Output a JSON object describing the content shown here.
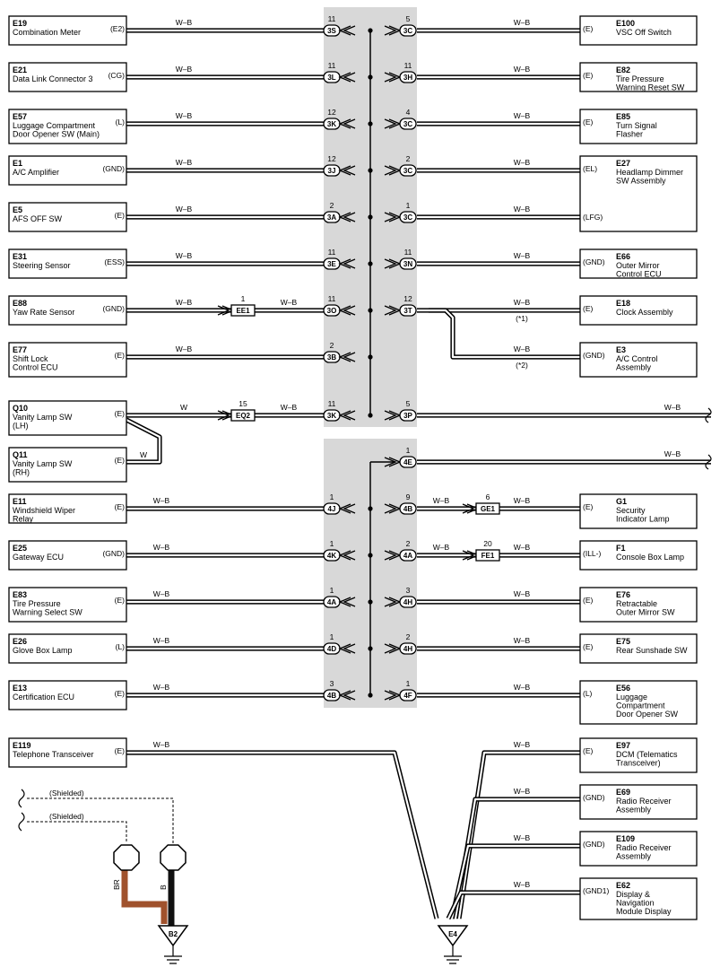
{
  "colors": {
    "block": "#d8d8d8",
    "br_wire": "#a0522d",
    "b_wire": "#111111"
  },
  "left_components": [
    {
      "id": "E19",
      "lines": [
        "Combination Meter"
      ],
      "pin": "(E2)"
    },
    {
      "id": "E21",
      "lines": [
        "Data Link Connector 3"
      ],
      "pin": "(CG)"
    },
    {
      "id": "E57",
      "lines": [
        "Luggage Compartment",
        "Door Opener SW (Main)"
      ],
      "pin": "(L)"
    },
    {
      "id": "E1",
      "lines": [
        "A/C Amplifier"
      ],
      "pin": "(GND)"
    },
    {
      "id": "E5",
      "lines": [
        "AFS OFF SW"
      ],
      "pin": "(E)"
    },
    {
      "id": "E31",
      "lines": [
        "Steering Sensor"
      ],
      "pin": "(ESS)"
    },
    {
      "id": "E88",
      "lines": [
        "Yaw Rate Sensor"
      ],
      "pin": "(GND)"
    },
    {
      "id": "E77",
      "lines": [
        "Shift Lock",
        "Control ECU"
      ],
      "pin": "(E)"
    },
    {
      "id": "Q10",
      "lines": [
        "Vanity Lamp SW",
        "(LH)"
      ],
      "pin": "(E)"
    },
    {
      "id": "Q11",
      "lines": [
        "Vanity Lamp SW",
        "(RH)"
      ],
      "pin": "(E)"
    },
    {
      "id": "E11",
      "lines": [
        "Windshield Wiper",
        "Relay"
      ],
      "pin": "(E)"
    },
    {
      "id": "E25",
      "lines": [
        "Gateway ECU"
      ],
      "pin": "(GND)"
    },
    {
      "id": "E83",
      "lines": [
        "Tire Pressure",
        "Warning Select SW"
      ],
      "pin": "(E)"
    },
    {
      "id": "E26",
      "lines": [
        "Glove Box Lamp"
      ],
      "pin": "(L)"
    },
    {
      "id": "E13",
      "lines": [
        "Certification ECU"
      ],
      "pin": "(E)"
    },
    {
      "id": "E119",
      "lines": [
        "Telephone Transceiver"
      ],
      "pin": "(E)"
    }
  ],
  "right_components": [
    {
      "id": "E100",
      "lines": [
        "VSC Off Switch"
      ],
      "pin": "(E)"
    },
    {
      "id": "E82",
      "lines": [
        "Tire Pressure",
        "Warning Reset SW"
      ],
      "pin": "(E)"
    },
    {
      "id": "E85",
      "lines": [
        "Turn Signal",
        "Flasher"
      ],
      "pin": "(E)"
    },
    {
      "id": "E27",
      "lines": [
        "Headlamp Dimmer",
        "SW Assembly"
      ],
      "pin": "(EL)",
      "pin2": "(LFG)"
    },
    {
      "id": "E66",
      "lines": [
        "Outer Mirror",
        "Control ECU"
      ],
      "pin": "(GND)"
    },
    {
      "id": "E18",
      "lines": [
        "Clock Assembly"
      ],
      "pin": "(E)"
    },
    {
      "id": "E3",
      "lines": [
        "A/C Control",
        "Assembly"
      ],
      "pin": "(GND)"
    },
    {
      "id": "G1",
      "lines": [
        "Security",
        "Indicator Lamp"
      ],
      "pin": "(E)"
    },
    {
      "id": "F1",
      "lines": [
        "Console Box Lamp"
      ],
      "pin": "(ILL-)"
    },
    {
      "id": "E76",
      "lines": [
        "Retractable",
        "Outer Mirror SW"
      ],
      "pin": "(E)"
    },
    {
      "id": "E75",
      "lines": [
        "Rear Sunshade SW"
      ],
      "pin": "(E)"
    },
    {
      "id": "E56",
      "lines": [
        "Luggage",
        "Compartment",
        "Door Opener SW"
      ],
      "pin": "(L)"
    },
    {
      "id": "E97",
      "lines": [
        "DCM (Telematics",
        "Transceiver)"
      ],
      "pin": "(E)"
    },
    {
      "id": "E69",
      "lines": [
        "Radio Receiver",
        "Assembly"
      ],
      "pin": "(GND)"
    },
    {
      "id": "E109",
      "lines": [
        "Radio Receiver",
        "Assembly"
      ],
      "pin": "(GND)"
    },
    {
      "id": "E62",
      "lines": [
        "Display &",
        "Navigation",
        "Module Display"
      ],
      "pin": "(GND1)"
    }
  ],
  "wire_colors": {
    "wb": "W–B",
    "w": "W",
    "br": "BR",
    "b": "B"
  },
  "left_connectors": [
    {
      "label": "3S",
      "pin": "11"
    },
    {
      "label": "3L",
      "pin": "11"
    },
    {
      "label": "3K",
      "pin": "12"
    },
    {
      "label": "3J",
      "pin": "12"
    },
    {
      "label": "3A",
      "pin": "2"
    },
    {
      "label": "3E",
      "pin": "11"
    },
    {
      "label": "3O",
      "pin": "11"
    },
    {
      "label": "3B",
      "pin": "2"
    },
    {
      "label": "3K",
      "pin": "11"
    },
    {
      "label": "4J",
      "pin": "1"
    },
    {
      "label": "4K",
      "pin": "1"
    },
    {
      "label": "4A",
      "pin": "1"
    },
    {
      "label": "4D",
      "pin": "1"
    },
    {
      "label": "4B",
      "pin": "3"
    }
  ],
  "right_connectors": [
    {
      "label": "3C",
      "pin": "5"
    },
    {
      "label": "3H",
      "pin": "11"
    },
    {
      "label": "3C",
      "pin": "4"
    },
    {
      "label": "3C",
      "pin": "2"
    },
    {
      "label": "3C",
      "pin": "1"
    },
    {
      "label": "3N",
      "pin": "11"
    },
    {
      "label": "3T",
      "pin": "12"
    },
    {
      "label": "3P",
      "pin": "5"
    },
    {
      "label": "4E",
      "pin": "1"
    },
    {
      "label": "4B",
      "pin": "9"
    },
    {
      "label": "4A",
      "pin": "2"
    },
    {
      "label": "4H",
      "pin": "3"
    },
    {
      "label": "4H",
      "pin": "2"
    },
    {
      "label": "4F",
      "pin": "1"
    }
  ],
  "inline_connectors": [
    {
      "label": "EE1",
      "pin": "1"
    },
    {
      "label": "EQ2",
      "pin": "15"
    },
    {
      "label": "GE1",
      "pin": "6"
    },
    {
      "label": "FE1",
      "pin": "20"
    }
  ],
  "notes": {
    "n1": "(*1)",
    "n2": "(*2)",
    "shielded": "(Shielded)"
  },
  "grounds": {
    "g1": "B2",
    "g2": "E4"
  }
}
